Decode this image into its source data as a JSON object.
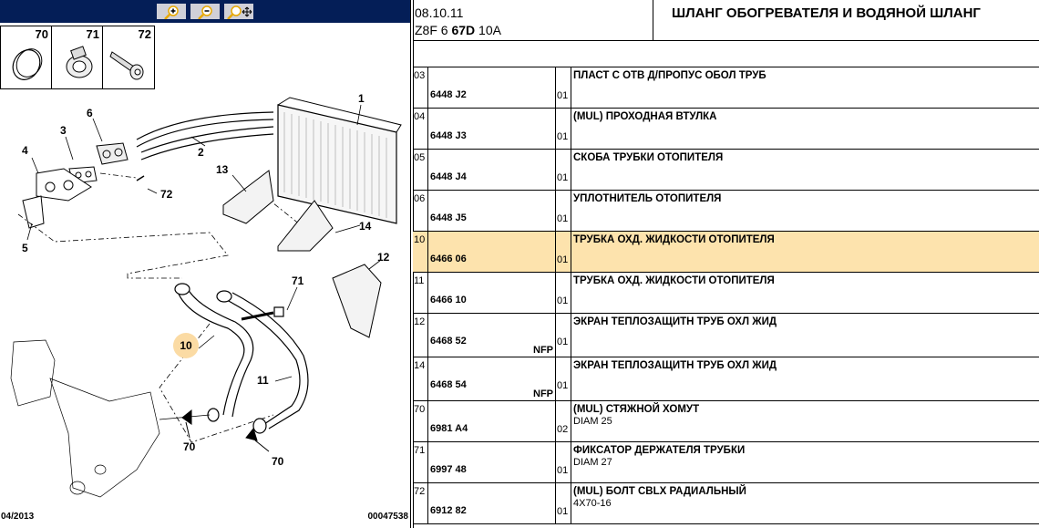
{
  "toolbar": {
    "zoom_in": "zoom-in-icon",
    "zoom_out": "zoom-out-icon",
    "pan_zoom": "pan-zoom-icon"
  },
  "thumbnails": [
    {
      "num": "70"
    },
    {
      "num": "71"
    },
    {
      "num": "72"
    }
  ],
  "callouts": {
    "c1": "1",
    "c2": "2",
    "c3": "3",
    "c4": "4",
    "c5": "5",
    "c6": "6",
    "c72": "72",
    "c13": "13",
    "c14": "14",
    "c12": "12",
    "c71": "71",
    "c10": "10",
    "c11": "11",
    "c70a": "70",
    "c70b": "70"
  },
  "footer": {
    "date": "04/2013",
    "code": "00047538"
  },
  "header": {
    "date": "08.10.11",
    "code_pre": "Z8F 6 ",
    "code_bold": "67D",
    "code_post": " 10A",
    "title": "ШЛАНГ ОБОГРЕВАТЕЛЯ И ВОДЯНОЙ ШЛАНГ"
  },
  "highlight_color": "#fde3ad",
  "parts": [
    {
      "idx": "03",
      "ref": "6448 J2",
      "qty": "01",
      "desc": "ПЛАСТ С ОТВ Д/ПРОПУС ОБОЛ ТРУБ",
      "sub": "",
      "nfp": ""
    },
    {
      "idx": "04",
      "ref": "6448 J3",
      "qty": "01",
      "desc": "(MUL) ПРОХОДНАЯ ВТУЛКА",
      "sub": "",
      "nfp": ""
    },
    {
      "idx": "05",
      "ref": "6448 J4",
      "qty": "01",
      "desc": "СКОБА ТРУБКИ ОТОПИТЕЛЯ",
      "sub": "",
      "nfp": ""
    },
    {
      "idx": "06",
      "ref": "6448 J5",
      "qty": "01",
      "desc": "УПЛОТНИТЕЛЬ ОТОПИТЕЛЯ",
      "sub": "",
      "nfp": ""
    },
    {
      "idx": "10",
      "ref": "6466 06",
      "qty": "01",
      "desc": "ТРУБКА ОХД. ЖИДКОСТИ ОТОПИТЕЛЯ",
      "sub": "",
      "nfp": ""
    },
    {
      "idx": "11",
      "ref": "6466 10",
      "qty": "01",
      "desc": "ТРУБКА ОХД. ЖИДКОСТИ ОТОПИТЕЛЯ",
      "sub": "",
      "nfp": ""
    },
    {
      "idx": "12",
      "ref": "6468 52",
      "qty": "01",
      "desc": "ЭКРАН ТЕПЛОЗАЩИТН ТРУБ ОХЛ ЖИД",
      "sub": "",
      "nfp": "NFP"
    },
    {
      "idx": "14",
      "ref": "6468 54",
      "qty": "01",
      "desc": "ЭКРАН ТЕПЛОЗАЩИТН ТРУБ ОХЛ ЖИД",
      "sub": "",
      "nfp": "NFP"
    },
    {
      "idx": "70",
      "ref": "6981 A4",
      "qty": "02",
      "desc": "(MUL) СТЯЖНОЙ ХОМУТ",
      "sub": "DIAM 25",
      "nfp": ""
    },
    {
      "idx": "71",
      "ref": "6997 48",
      "qty": "01",
      "desc": "ФИКСАТОР ДЕРЖАТЕЛЯ ТРУБКИ",
      "sub": "DIAM 27",
      "nfp": ""
    },
    {
      "idx": "72",
      "ref": "6912 82",
      "qty": "01",
      "desc": "(MUL) БОЛТ CBLX РАДИАЛЬНЫЙ",
      "sub": "4X70-16",
      "nfp": ""
    }
  ]
}
